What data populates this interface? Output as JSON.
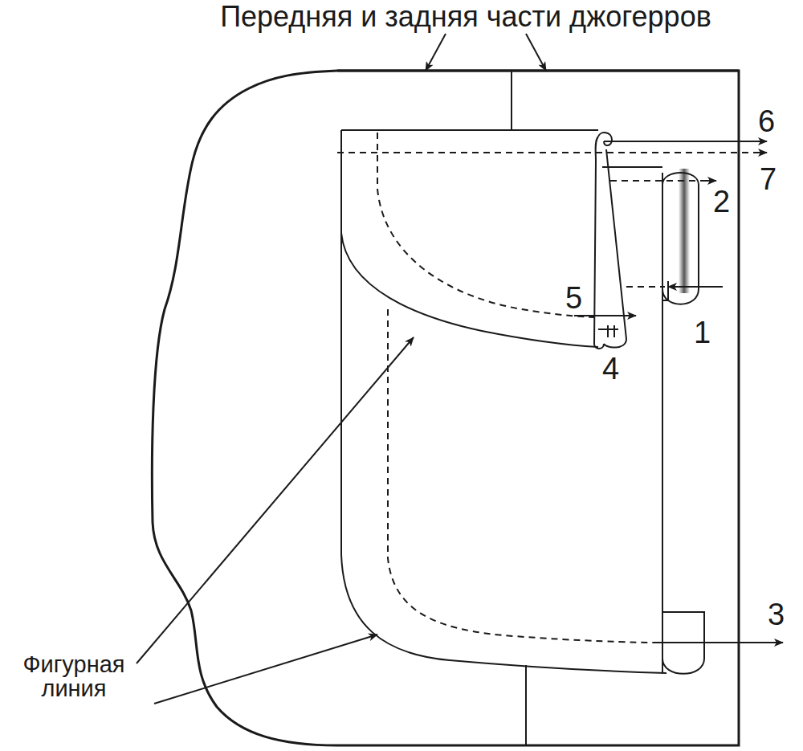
{
  "diagram": {
    "labels": [
      "Передняя и задняя части джогерров",
      "6",
      "7",
      "2",
      "5",
      "1",
      "4",
      "3",
      "Фигурная линия"
    ]
  }
}
